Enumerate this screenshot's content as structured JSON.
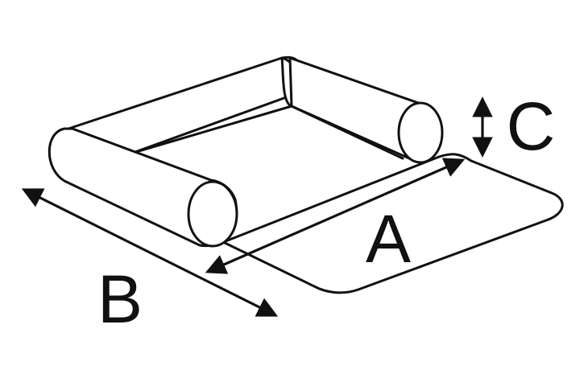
{
  "diagram": {
    "labels": {
      "a": "A",
      "b": "B",
      "c": "C"
    },
    "colors": {
      "stroke": "#111111",
      "fill": "#ffffff",
      "background": "#ffffff"
    }
  }
}
